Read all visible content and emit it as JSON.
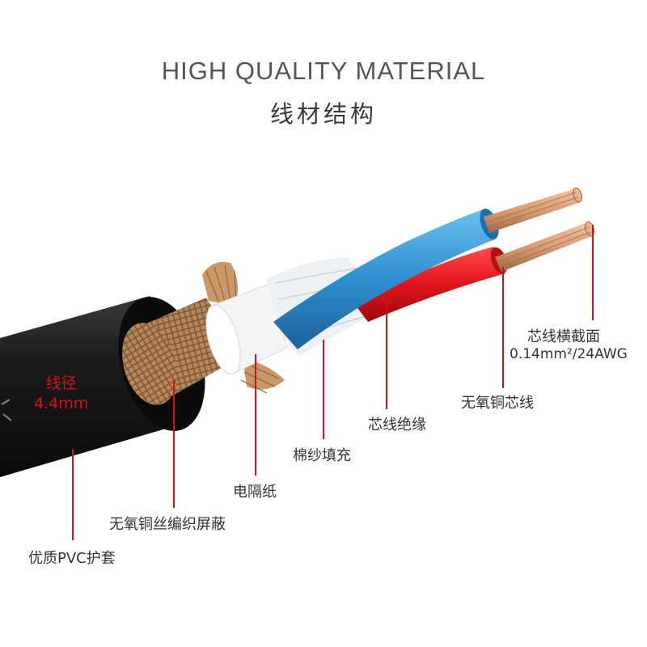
{
  "header": {
    "title": "HIGH QUALITY MATERIAL",
    "subtitle": "线材结构"
  },
  "colors": {
    "jacket": "#1a1a1a",
    "shield": "#b5875a",
    "core_blue": "#2f8fcf",
    "core_red": "#e0141c",
    "copper": "#d79c72",
    "pointer_line": "#d0121b"
  },
  "diameter": {
    "label": "线径",
    "value": "4.4mm"
  },
  "labels": {
    "cross_section": "芯线横截面",
    "cross_section_value": "0.14mm²/24AWG",
    "conductor": "无氧铜芯线",
    "insulation": "芯线绝缘",
    "filler": "棉纱填充",
    "paper": "电隔纸",
    "shield": "无氧铜丝编织屏蔽",
    "jacket": "优质PVC护套"
  }
}
